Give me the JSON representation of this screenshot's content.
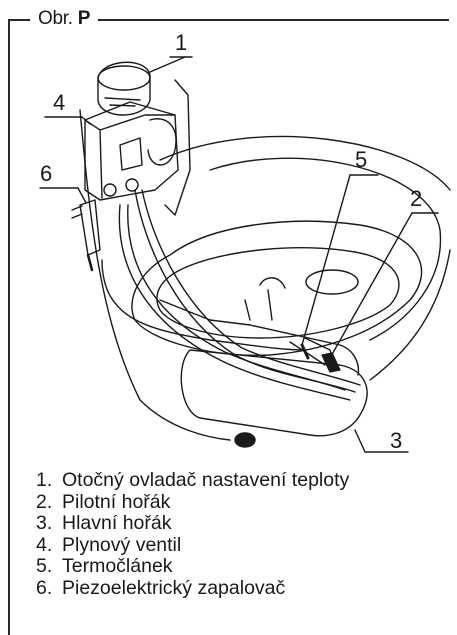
{
  "figure": {
    "prefix": "Obr.",
    "id": "P",
    "callouts": [
      "1",
      "2",
      "3",
      "4",
      "5",
      "6"
    ]
  },
  "legend": [
    {
      "num": "1.",
      "text": "Otočný ovladač nastavení teploty"
    },
    {
      "num": "2.",
      "text": "Pilotní hořák"
    },
    {
      "num": "3.",
      "text": "Hlavní hořák"
    },
    {
      "num": "4.",
      "text": "Plynový ventil"
    },
    {
      "num": "5.",
      "text": "Termočlánek"
    },
    {
      "num": "6.",
      "text": "Piezoelektrický zapalovač"
    }
  ]
}
